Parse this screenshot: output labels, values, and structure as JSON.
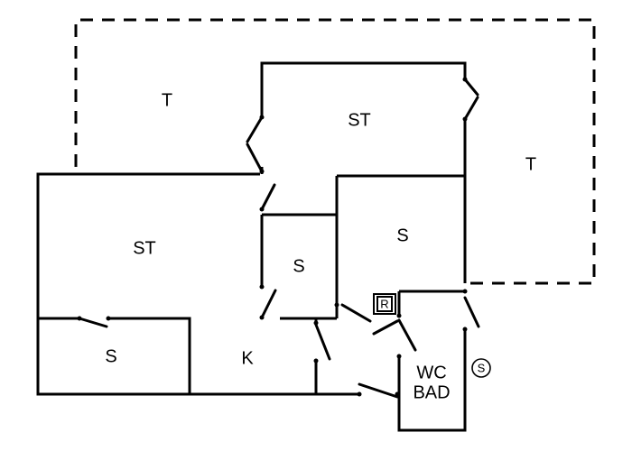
{
  "rooms": {
    "terrace_left": "T",
    "terrace_right": "T",
    "living_top": "ST",
    "living_left": "ST",
    "bedroom_right": "S",
    "bedroom_middle": "S",
    "bedroom_bottom_left": "S",
    "kitchen": "K",
    "bath_line1": "WC",
    "bath_line2": "BAD"
  },
  "symbols": {
    "box_label": "R",
    "circle_label": "S"
  },
  "colors": {
    "line": "#000000",
    "background": "#ffffff"
  }
}
